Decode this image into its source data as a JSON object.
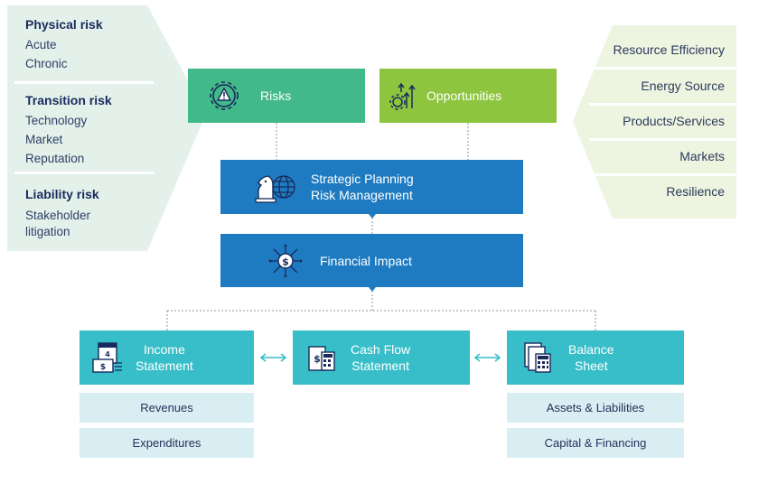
{
  "colors": {
    "risk_green": "#41b988",
    "opportunity_green": "#8dc53e",
    "blue": "#1f7bc1",
    "teal": "#38bec8",
    "pale_teal": "#d8eef3",
    "left_panel": "#e3f1ea",
    "right_panel": "#edf4df"
  },
  "left_panel": {
    "groups": [
      {
        "title": "Physical risk",
        "items": [
          "Acute",
          "Chronic"
        ]
      },
      {
        "title": "Transition risk",
        "items": [
          "Technology",
          "Market",
          "Reputation"
        ]
      },
      {
        "title": "Liability risk",
        "items": [
          "Stakeholder",
          "litigation"
        ]
      }
    ]
  },
  "right_panel": {
    "items": [
      "Resource Efficiency",
      "Energy Source",
      "Products/Services",
      "Markets",
      "Resilience"
    ]
  },
  "risks": {
    "label": "Risks",
    "icon": "gear-warning-icon"
  },
  "opportunities": {
    "label": "Opportunities",
    "icon": "gear-growth-icon"
  },
  "strategic": {
    "line1": "Strategic Planning",
    "line2": "Risk Management",
    "icon": "chess-knight-globe-icon"
  },
  "financial": {
    "label": "Financial Impact",
    "icon": "dollar-arrows-icon"
  },
  "statements": {
    "income": {
      "line1": "Income",
      "line2": "Statement",
      "icon": "calendar-cash-icon"
    },
    "cashflow": {
      "line1": "Cash Flow",
      "line2": "Statement",
      "icon": "cash-calculator-icon"
    },
    "balance": {
      "line1": "Balance",
      "line2": "Sheet",
      "icon": "document-calculator-icon"
    }
  },
  "sub_items": {
    "income": [
      "Revenues",
      "Expenditures"
    ],
    "balance": [
      "Assets & Liabilities",
      "Capital & Financing"
    ]
  }
}
